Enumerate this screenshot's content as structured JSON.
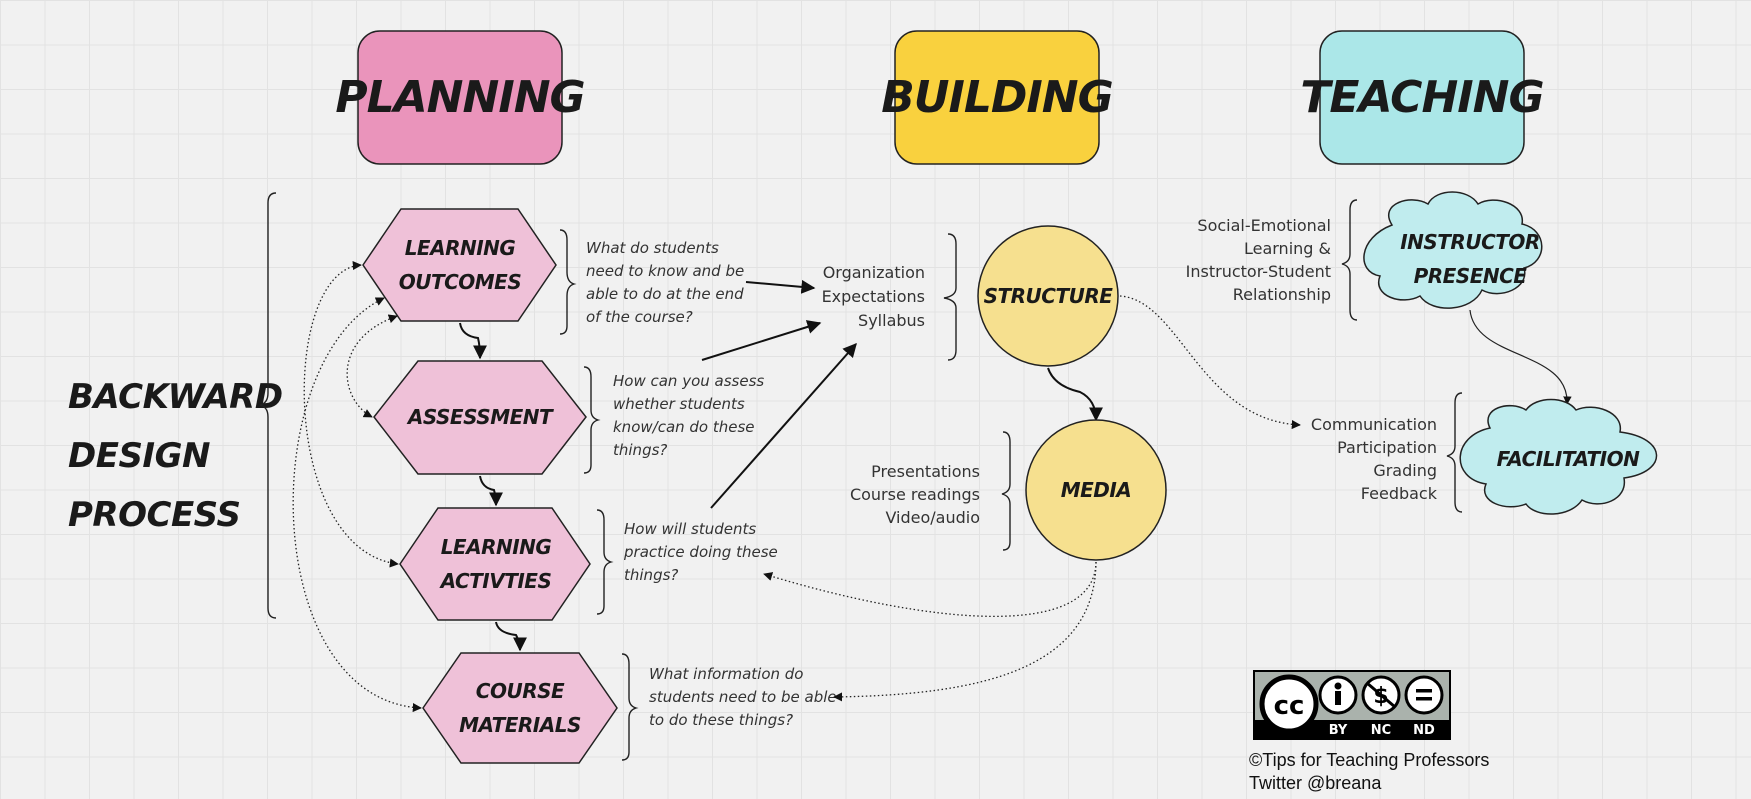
{
  "headers": {
    "planning": "PLANNING",
    "building": "BUILDING",
    "teaching": "TEACHING"
  },
  "side_title": [
    "BACKWARD",
    "DESIGN",
    "PROCESS"
  ],
  "planning_steps": [
    {
      "lines": [
        "LEARNING",
        "OUTCOMES"
      ],
      "question": [
        "What do students",
        "need to know and be",
        "able to do at the end",
        "of the course?"
      ]
    },
    {
      "lines": [
        "ASSESSMENT"
      ],
      "question": [
        "How can you assess",
        "whether students",
        "know/can do these",
        "things?"
      ]
    },
    {
      "lines": [
        "LEARNING",
        "ACTIVTIES"
      ],
      "question": [
        "How will students",
        "practice doing these",
        "things?"
      ]
    },
    {
      "lines": [
        "COURSE",
        "MATERIALS"
      ],
      "question": [
        "What information do",
        "students need to be able",
        "to do these things?"
      ]
    }
  ],
  "building": {
    "structure": {
      "label": "STRUCTURE",
      "items": [
        "Organization",
        "Expectations",
        "Syllabus"
      ]
    },
    "media": {
      "label": "MEDIA",
      "items": [
        "Presentations",
        "Course readings",
        "Video/audio"
      ]
    }
  },
  "teaching": {
    "instructor_presence": {
      "lines": [
        "INSTRUCTOR",
        "PRESENCE"
      ],
      "items": [
        "Social-Emotional",
        "Learning &",
        "Instructor-Student",
        "Relationship"
      ]
    },
    "facilitation": {
      "label": "FACILITATION",
      "items": [
        "Communication",
        "Participation",
        "Grading",
        "Feedback"
      ]
    }
  },
  "license": {
    "labels": [
      "BY",
      "NC",
      "ND"
    ],
    "cc": "cc"
  },
  "credit": [
    "©Tips for Teaching Professors",
    "Twitter @breana"
  ],
  "colors": {
    "planning": "#ea94bb",
    "building": "#f9d13e",
    "teaching": "#abe7e8",
    "hexagon": "#efc1d8",
    "circle": "#f6e08f",
    "cloud": "#c0ecee"
  }
}
